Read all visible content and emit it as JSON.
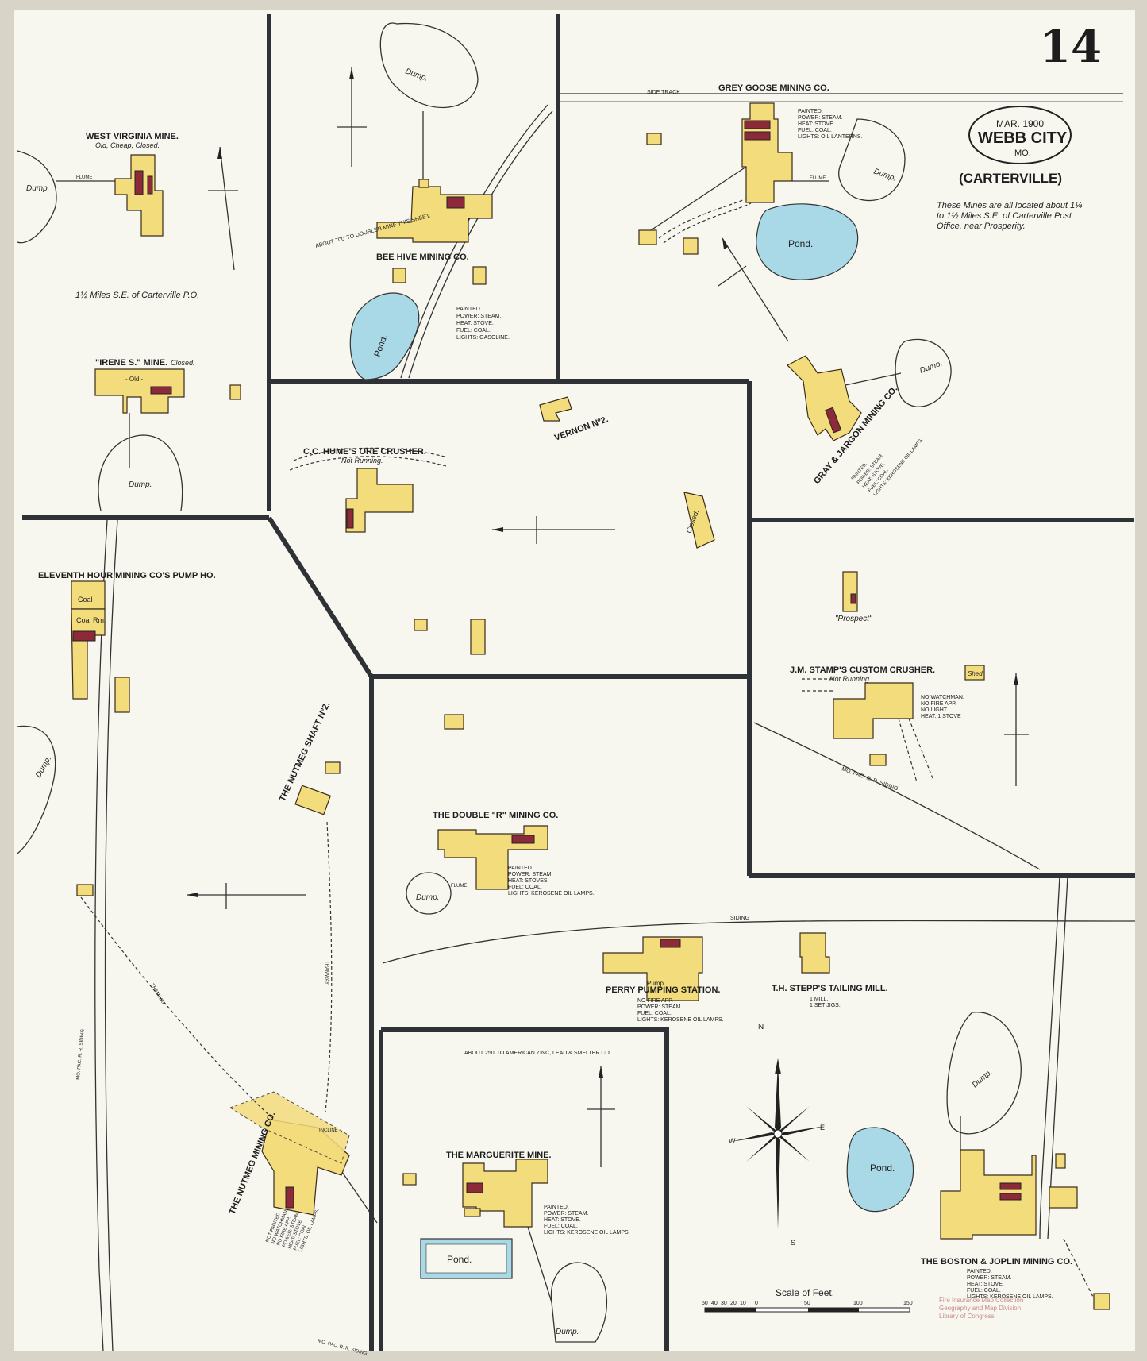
{
  "sheet": {
    "number": "14",
    "date": "MAR. 1900",
    "city": "WEBB CITY",
    "state": "MO.",
    "district": "(CARTERVILLE)",
    "note": "These Mines are all located about 1¼ to 1½ Miles S.E. of Carterville Post Office. near Prosperity."
  },
  "labels": {
    "west_virginia_mine": "WEST VIRGINIA MINE.",
    "west_virginia_status": "Old, Cheap, Closed.",
    "miles_note": "1½ Miles S.E. of Carterville P.O.",
    "irene_mine": "\"IRENE S.\" MINE.",
    "irene_status": "Closed.",
    "irene_old": "- Old -",
    "bee_hive": "BEE HIVE MINING CO.",
    "bee_hive_note": "ABOUT 700' TO DOUBLER MINE THIS SHEET.",
    "bee_hive_specs": [
      "PAINTED",
      "POWER: STEAM.",
      "HEAT: STOVE.",
      "FUEL: COAL.",
      "LIGHTS: GASOLINE."
    ],
    "grey_goose": "GREY GOOSE MINING CO.",
    "grey_goose_specs": [
      "PAINTED.",
      "POWER: STEAM.",
      "HEAT: STOVE.",
      "FUEL: COAL.",
      "LIGHTS: OIL LANTERNS."
    ],
    "side_track": "SIDE TRACK",
    "gray_jargon": "GRAY & JARGON MINING CO.",
    "gray_jargon_specs": [
      "PAINTED.",
      "POWER: STEAM.",
      "HEAT: STOVE.",
      "FUEL: COAL.",
      "LIGHTS: KEROSENE OIL LAMPS."
    ],
    "vernon": "VERNON Nº2.",
    "hume": "C.C. HUME'S ORE CRUSHER.",
    "hume_status": "Not Running.",
    "closed": "Closed.",
    "eleventh_hour": "ELEVENTH HOUR MINING CO'S PUMP HO.",
    "coal": "Coal",
    "coal_rm": "Coal Rm.",
    "prospect": "\"Prospect\"",
    "stamp": "J.M. STAMP'S CUSTOM CRUSHER.",
    "stamp_status": "Not Running.",
    "stamp_specs": [
      "NO WATCHMAN.",
      "NO FIRE APP.",
      "NO LIGHT.",
      "HEAT: 1 STOVE"
    ],
    "shed": "Shed",
    "mo_pac_siding": "MO. PAC. R. R. SIDING",
    "nutmeg_2": "THE NUTMEG SHAFT Nº2.",
    "double_r": "THE DOUBLE \"R\" MINING CO.",
    "double_r_specs": [
      "PAINTED.",
      "POWER: STEAM.",
      "HEAT: STOVES.",
      "FUEL: COAL.",
      "LIGHTS: KEROSENE OIL LAMPS."
    ],
    "siding": "SIDING",
    "perry": "PERRY PUMPING STATION.",
    "perry_specs": [
      "NO FIRE APP.",
      "POWER: STEAM.",
      "FUEL: COAL.",
      "LIGHTS: KEROSENE OIL LAMPS."
    ],
    "stepp": "T.H. STEPP'S TAILING MILL.",
    "stepp_specs": [
      "1 MILL.",
      "1 SET JIGS."
    ],
    "pump": "Pump",
    "marguerite": "THE MARGUERITE MINE.",
    "marguerite_note": "ABOUT 250' TO AMERICAN ZINC, LEAD & SMELTER CO.",
    "marguerite_specs": [
      "PAINTED.",
      "POWER: STEAM.",
      "HEAT: STOVE.",
      "FUEL: COAL.",
      "LIGHTS: KEROSENE OIL LAMPS."
    ],
    "nutmeg": "THE NUTMEG MINING CO.",
    "nutmeg_specs": [
      "NOT PAINTED.",
      "NO WATCHMAN.",
      "NO FIRE APP.",
      "POWER: STEAM.",
      "HEAT: STOVE.",
      "FUEL: COAL.",
      "LIGHTS: OIL LAMPS."
    ],
    "boston_joplin": "THE BOSTON & JOPLIN MINING CO.",
    "boston_specs": [
      "PAINTED.",
      "POWER: STEAM.",
      "HEAT: STOVE.",
      "FUEL: COAL.",
      "LIGHTS: KEROSENE OIL LAMPS."
    ],
    "dump": "Dump.",
    "pond": "Pond.",
    "flume": "FLUME",
    "incline": "INCLINE",
    "tramway": "TRAMWAY",
    "mo_pac_rr_siding": "MO. PAC. R. R. SIDING",
    "scale_title": "Scale of Feet.",
    "scale_ticks": [
      "50",
      "40",
      "30",
      "20",
      "10",
      "0",
      "50",
      "100",
      "150"
    ],
    "compass": [
      "N",
      "E",
      "S",
      "W"
    ],
    "library_stamp": [
      "Fire Insurance Map Collection",
      "Geography and Map Division",
      "Library of Congress"
    ]
  },
  "colors": {
    "paper": "#f7f6ef",
    "building_frame": "#f3dc7c",
    "boiler_brick": "#8c2a3a",
    "water": "#a9d8e6",
    "road": "#2e3136"
  }
}
